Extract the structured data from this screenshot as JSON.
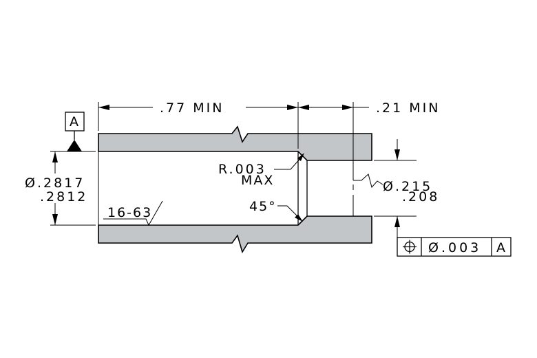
{
  "datum": {
    "letter": "A"
  },
  "dimensions": {
    "overall_length": ".77 MIN",
    "counterbore_depth": ".21 MIN",
    "bore_diameter_upper": "Ø.2817",
    "bore_diameter_lower": ".2812",
    "hole_diameter_upper": "Ø.215",
    "hole_diameter_lower": ".208"
  },
  "annotations": {
    "radius_line1": "R.003",
    "radius_line2": "MAX",
    "chamfer_angle": "45°",
    "surface_finish": "16-63"
  },
  "feature_control_frame": {
    "symbol": "position-icon",
    "tolerance": "Ø.003",
    "datum_ref": "A"
  },
  "colors": {
    "part_fill": "#c3c6c9",
    "line": "#000000"
  }
}
